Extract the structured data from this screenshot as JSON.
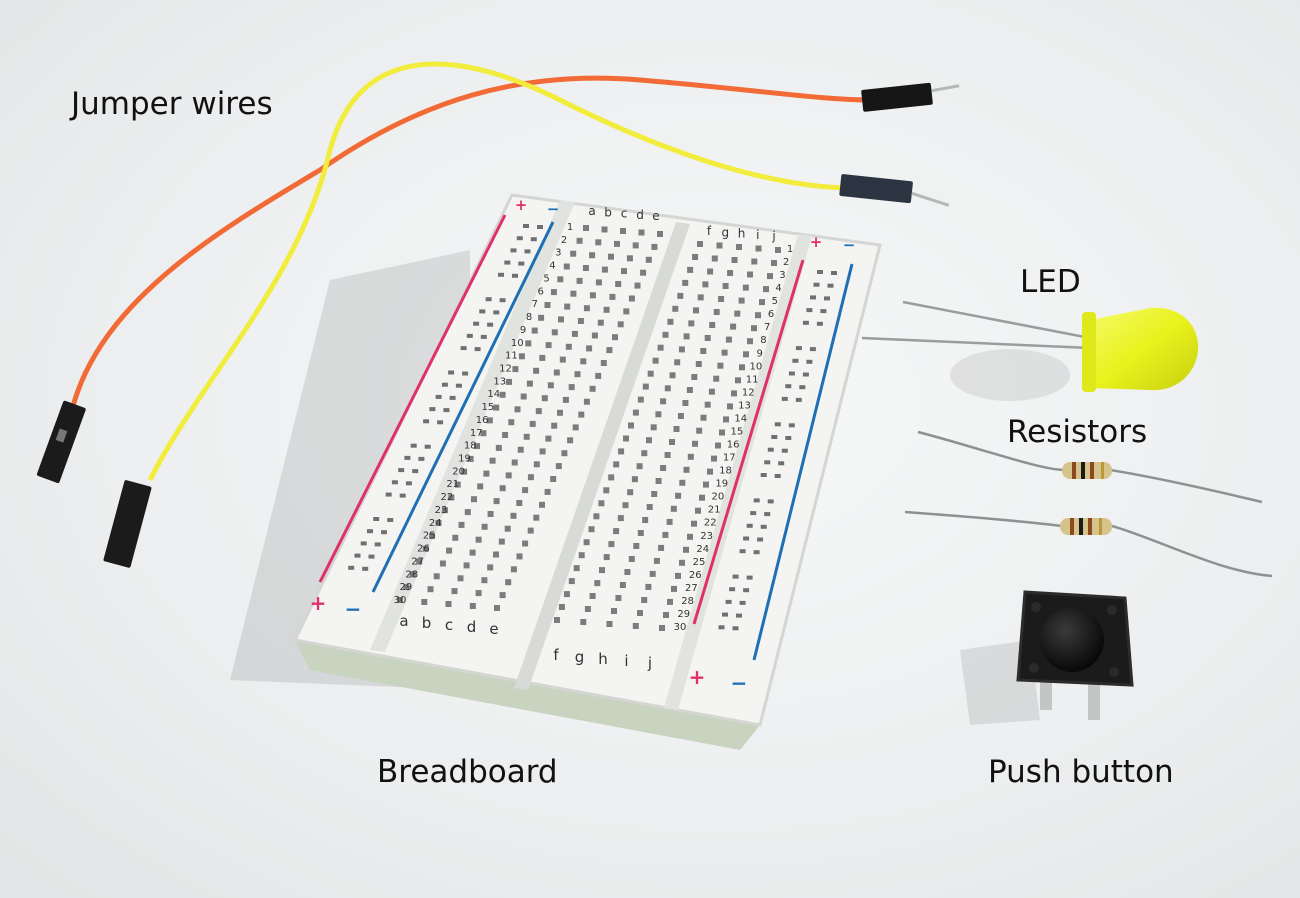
{
  "labels": {
    "jumper_wires": "Jumper wires",
    "led": "LED",
    "resistors": "Resistors",
    "breadboard": "Breadboard",
    "push_button": "Push button"
  },
  "breadboard": {
    "rows": 30,
    "left_columns": [
      "a",
      "b",
      "c",
      "d",
      "e"
    ],
    "right_columns": [
      "f",
      "g",
      "h",
      "i",
      "j"
    ],
    "rail_plus": "+",
    "rail_minus": "−"
  },
  "colors": {
    "background": "#eceeef",
    "wire_orange": "#f26a35",
    "wire_yellow": "#f2ec3c",
    "led_yellow": "#e9f21a",
    "rail_red": "#e0306a",
    "rail_blue": "#1f6fb5",
    "board_white": "#f4f4f2",
    "button_black": "#1a1a1a"
  }
}
